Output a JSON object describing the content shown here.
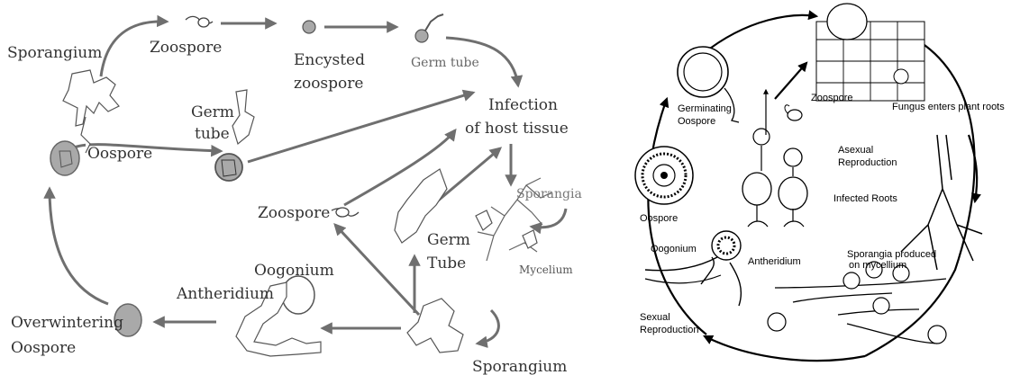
{
  "left": {
    "labels": {
      "sporangium_top": "Sporangium",
      "zoospore_top": "Zoospore",
      "encysted_1": "Encysted",
      "encysted_2": "zoospore",
      "germ_tube_top": "Germ tube",
      "infection_1": "Infection",
      "infection_2": "of host tissue",
      "oospore": "Oospore",
      "germ_tube_mid_1": "Germ",
      "germ_tube_mid_2": "tube",
      "zoospore_mid": "Zoospore",
      "sporangia": "Sporangia",
      "germ_tube_low_1": "Germ",
      "germ_tube_low_2": "Tube",
      "mycelium": "Mycelium",
      "oogonium": "Oogonium",
      "antheridium": "Antheridium",
      "overwintering_1": "Overwintering",
      "overwintering_2": "Oospore",
      "sporangium_bottom": "Sporangium"
    },
    "colors": {
      "arrow": "#6f6f6f",
      "spore_fill": "#a9a9a9",
      "text": "#333333"
    }
  },
  "right": {
    "labels": {
      "germinating_1": "Germinating",
      "germinating_2": "Oospore",
      "zoospore": "Zoospore",
      "enters_roots": "Fungus enters plant roots",
      "asexual_1": "Asexual",
      "asexual_2": "Reproduction",
      "oospore": "Oospore",
      "infected_roots": "Infected Roots",
      "oogonium": "Oogonium",
      "antheridium": "Antheridium",
      "sporangia_1": "Sporangia produced",
      "sporangia_2": "on mycellium",
      "sexual_1": "Sexual",
      "sexual_2": "Reproduction"
    },
    "colors": {
      "line": "#000000"
    }
  }
}
